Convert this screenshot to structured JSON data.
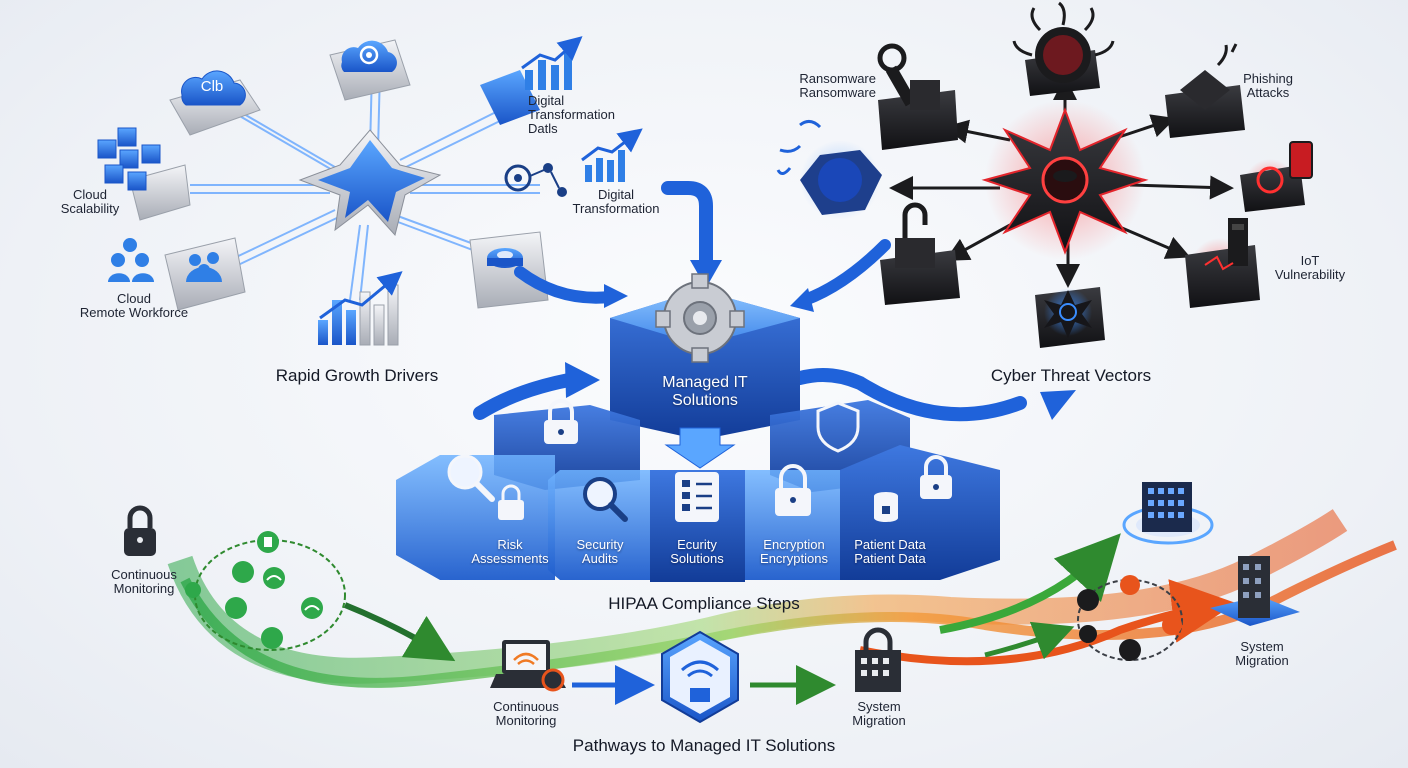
{
  "colors": {
    "growth_blue": "#2f7fe6",
    "threat_red": "#e3242b",
    "threat_dark": "#1c1c1e",
    "compliance_blue": "#1f5fd0",
    "pathway_green": "#3aa83a",
    "pathway_orange": "#f07a24"
  },
  "sections": {
    "growth_title": "Rapid Growth Drivers",
    "threat_title": "Cyber Threat Vectors",
    "compliance_title": "HIPAA Compliance Steps",
    "pathway_title": "Pathways to Managed IT Solutions"
  },
  "hub": {
    "line1": "Managed IT",
    "line2": "Solutions"
  },
  "growth_nodes": [
    {
      "icon": "cloud-icon",
      "text": "Clb"
    },
    {
      "icon": "cloud-target-icon"
    },
    {
      "icon": "growth-chart-icon",
      "label1": "Digital",
      "label2": "Transformation",
      "label3": "Datls"
    },
    {
      "icon": "network-chart-icon",
      "label1": "Digital",
      "label2": "Transformation"
    },
    {
      "icon": "cubes-icon",
      "label1": "Cloud",
      "label2": "Scalability"
    },
    {
      "icon": "team-icon",
      "label1": "Cloud",
      "label2": "Remote Workforce"
    },
    {
      "icon": "bar-chart-icon"
    },
    {
      "icon": "ring-icon"
    }
  ],
  "threat_nodes": [
    {
      "icon": "ransomware-icon",
      "label1": "Ransomware",
      "label2": "Ransomware"
    },
    {
      "icon": "phishing-icon",
      "label1": "Phishing",
      "label2": "Attacks"
    },
    {
      "icon": "iot-icon",
      "label1": "IoT",
      "label2": "Vulnerability"
    },
    {
      "icon": "malware-icon"
    },
    {
      "icon": "virus-icon"
    },
    {
      "icon": "phone-threat-icon"
    },
    {
      "icon": "hook-icon"
    },
    {
      "icon": "blue-burst-icon"
    }
  ],
  "compliance_tiles": [
    {
      "icon": "magnifier-icon",
      "line1": "Risk",
      "line2": "Assessments"
    },
    {
      "icon": "search-icon",
      "line1": "Security",
      "line2": "Audits"
    },
    {
      "icon": "checklist-icon",
      "line1": "Ecurity",
      "line2": "Solutions"
    },
    {
      "icon": "lock-icon",
      "line1": "Encryption",
      "line2": "Encryptions"
    },
    {
      "icon": "database-icon",
      "line1": "Patient Data",
      "line2": "Patient Data"
    }
  ],
  "pathway_nodes": [
    {
      "icon": "padlock-icon",
      "label1": "Continuous",
      "label2": "Monitoring"
    },
    {
      "icon": "laptop-wifi-icon",
      "label1": "Continuous",
      "label2": "Monitoring"
    },
    {
      "icon": "wifi-hub-icon"
    },
    {
      "icon": "hospital-icon",
      "label1": "System",
      "label2": "Migration"
    },
    {
      "icon": "office-building-icon"
    },
    {
      "icon": "server-building-icon",
      "label1": "System",
      "label2": "Migration"
    }
  ]
}
